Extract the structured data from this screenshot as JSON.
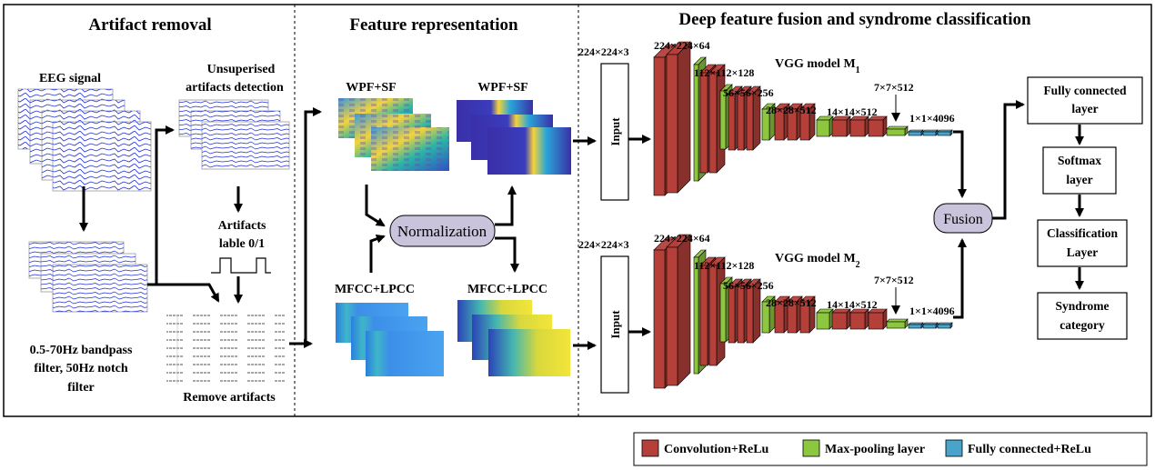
{
  "sections": {
    "artifact_removal": "Artifact removal",
    "feature_representation": "Feature representation",
    "deep_fusion": "Deep feature fusion and syndrome classification"
  },
  "artifact": {
    "eeg_signal": "EEG signal",
    "unsup_line1": "Unsuperised",
    "unsup_line2": "artifacts detection",
    "artifacts_line1": "Artifacts",
    "artifacts_line2": "lable 0/1",
    "filter_line1": "0.5-70Hz bandpass",
    "filter_line2": "filter,  50Hz notch",
    "filter_line3": "filter",
    "remove": "Remove artifacts"
  },
  "features": {
    "wpf_top_left": "WPF+SF",
    "wpf_top_right": "WPF+SF",
    "normalization": "Normalization",
    "mfcc_left": "MFCC+LPCC",
    "mfcc_right": "MFCC+LPCC"
  },
  "vgg": {
    "model1_prefix": "VGG model M",
    "model1_sub": "1",
    "model2_prefix": "VGG model M",
    "model2_sub": "2",
    "input_label": "Input",
    "input_dim": "224×224×3",
    "dims": [
      "224×224×64",
      "112×112×128",
      "56×56×256",
      "28×28×512",
      "14×14×512",
      "7×7×512",
      "1×1×4096"
    ]
  },
  "classification": {
    "fusion": "Fusion",
    "fc_line1": "Fully connected",
    "fc_line2": "layer",
    "softmax_line1": "Softmax",
    "softmax_line2": "layer",
    "class_line1": "Classification",
    "class_line2": "Layer",
    "syndrome_line1": "Syndrome",
    "syndrome_line2": "category"
  },
  "legend": {
    "conv": "Convolution+ReLu",
    "pool": "Max-pooling layer",
    "fc": "Fully connected+ReLu"
  },
  "colors": {
    "conv": "#b5403a",
    "pool": "#8dc63f",
    "fc": "#4aa3c8",
    "fusion": "#c9c3dc",
    "eeg": "#1f2fd6"
  }
}
